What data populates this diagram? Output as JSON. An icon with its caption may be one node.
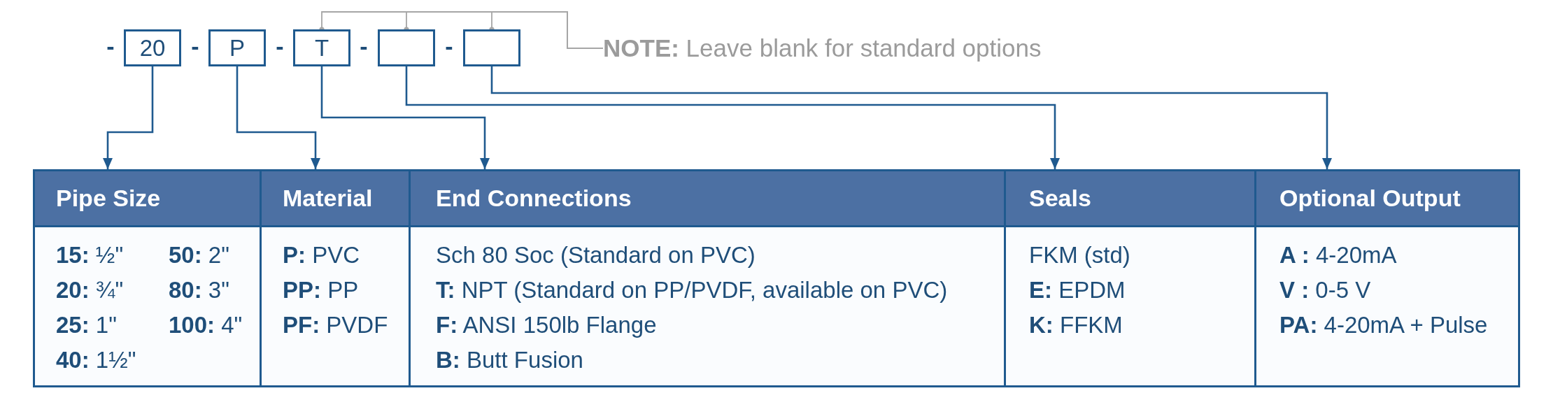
{
  "diagram": {
    "nodes": [
      {
        "text": [
          "20"
        ]
      },
      {
        "text": [
          "P"
        ]
      },
      {
        "text": [
          "T"
        ]
      },
      {
        "text": [],
        "shape": "box"
      },
      {
        "text": [],
        "shape": "box"
      },
      {
        "text": [
          "**NOTE:** Leave blank for standard options"
        ]
      },
      {
        "text": [
          "Pipe Size",
          "**15:** ½\"",
          "**50:** 2\"",
          "**20:** ¾\"",
          "**80:** 3\"",
          "**25:** 1\"",
          "**100:** 4\"",
          "**40:** 1½\""
        ]
      },
      {
        "text": [
          "Material",
          "**P:** PVC",
          "**PP:** PP",
          "**PF:** PVDF"
        ]
      },
      {
        "text": [
          "End Connections",
          "Sch 80 Soc (Standard on PVC)",
          "**T:** NPT (Standard on PP/PVDF, available on PVC)",
          "**F:** ANSI 150lb Flange",
          "**B:** Butt Fusion"
        ]
      },
      {
        "text": [
          "Seals",
          "FKM (std)",
          "**E:** EPDM",
          "**K:** FFKM"
        ]
      },
      {
        "text": [
          "Optional Output",
          "**A :** 4-20mA",
          "**V :** 0-5 V",
          "**PA:** 4-20mA + Pulse"
        ]
      }
    ],
    "edges": [
      {
        "from": 0,
        "to": 6,
        "arrow": "to"
      },
      {
        "from": 1,
        "to": 7,
        "arrow": "to"
      },
      {
        "from": 2,
        "to": 8,
        "arrow": "to"
      },
      {
        "from": 3,
        "to": 9,
        "arrow": "to"
      },
      {
        "from": 4,
        "to": 10,
        "arrow": "to"
      },
      {
        "from": 5,
        "to": 2,
        "arrow": "other",
        "color": "#a6a6a6"
      },
      {
        "from": 5,
        "to": 3,
        "arrow": "other",
        "color": "#a6a6a6"
      },
      {
        "from": 5,
        "to": 4,
        "arrow": "other",
        "color": "#a6a6a6"
      }
    ],
    "labels": [
      "-",
      "-",
      "-",
      "-",
      "-"
    ]
  }
}
